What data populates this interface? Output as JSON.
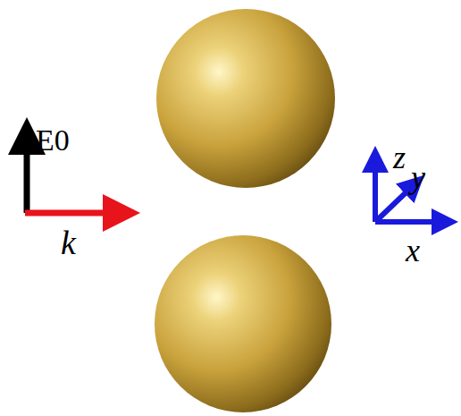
{
  "diagram": {
    "labels": [
      "E0",
      "k",
      "z",
      "y",
      "x"
    ]
  }
}
